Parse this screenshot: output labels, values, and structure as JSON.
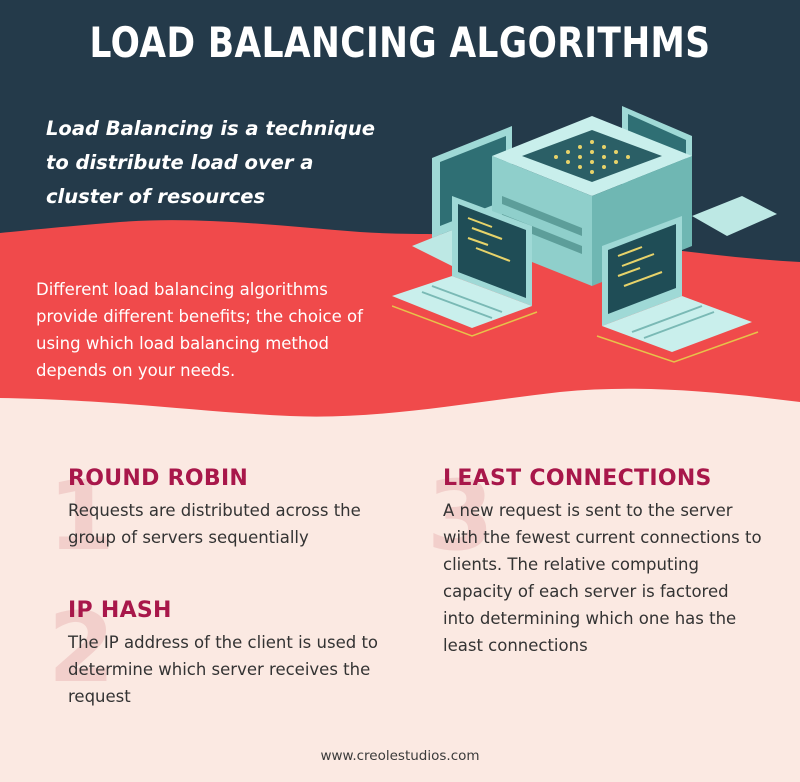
{
  "title": "LOAD BALANCING ALGORITHMS",
  "tagline": "Load Balancing is a technique to distribute load over a cluster of resources",
  "intro": "Different load balancing algorithms provide different benefits; the choice of using which load balancing method depends on your needs.",
  "algorithms": [
    {
      "number": "1",
      "name": "ROUND ROBIN",
      "description": "Requests are distributed across the group of servers sequentially"
    },
    {
      "number": "2",
      "name": "IP HASH",
      "description": "The IP address of the client is used to determine which server receives the request"
    },
    {
      "number": "3",
      "name": "LEAST CONNECTIONS",
      "description": "A new request is sent to the server with the fewest current connections to clients. The relative computing capacity of each server is factored into determining which one has the least connections"
    }
  ],
  "footer": "www.creolestudios.com",
  "colors": {
    "header_bg": "#243a4a",
    "band_red": "#f04a4b",
    "page_bg": "#fbe9e2",
    "accent": "#a8174a",
    "number_watermark": "#f2cfcb"
  },
  "illustration": "isometric server with four laptops"
}
